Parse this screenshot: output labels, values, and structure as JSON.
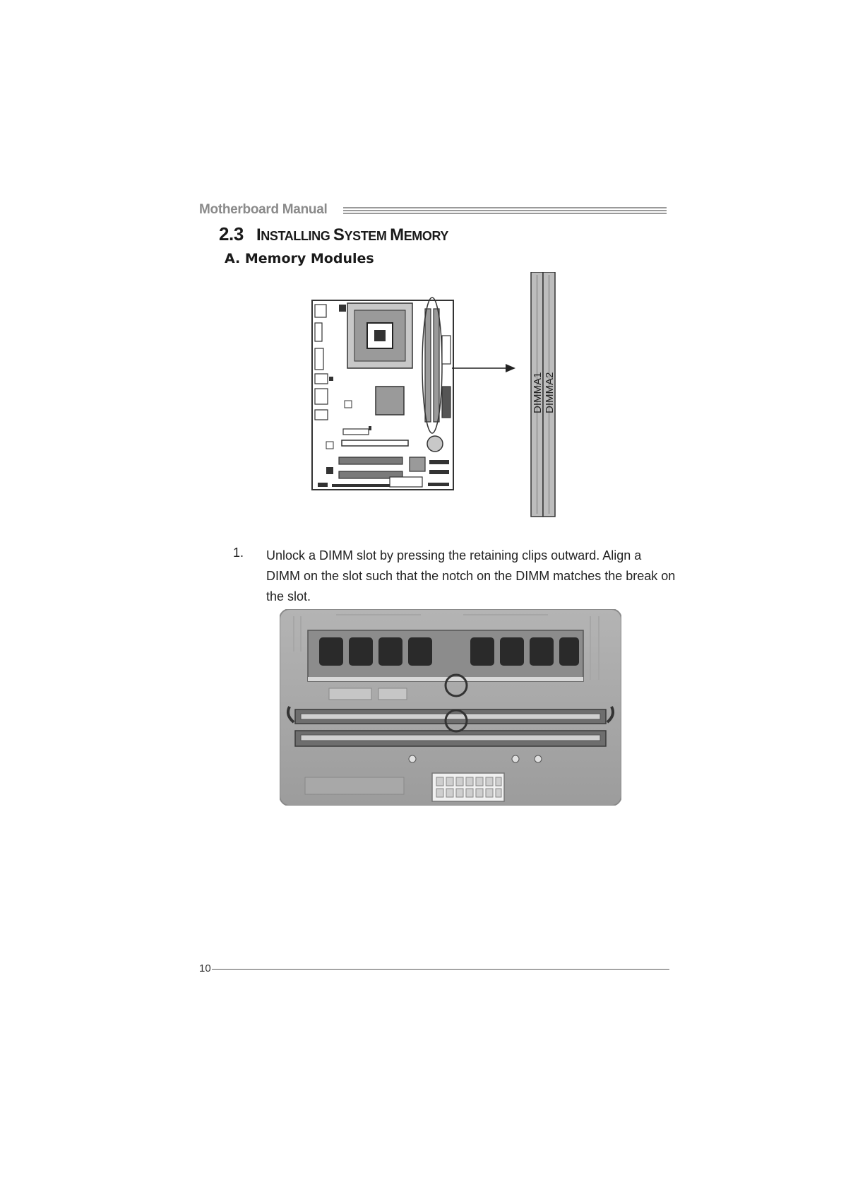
{
  "header": {
    "label": "Motherboard Manual"
  },
  "section": {
    "number": "2.3",
    "title_parts": [
      {
        "cap": "I",
        "rest": "NSTALLING "
      },
      {
        "cap": "S",
        "rest": "YSTEM "
      },
      {
        "cap": "M",
        "rest": "EMORY"
      }
    ]
  },
  "subsection": {
    "title": "A. Memory Modules"
  },
  "diagram": {
    "slot_labels": [
      "DIMMA1",
      "DIMMA2"
    ]
  },
  "steps": [
    {
      "number": "1.",
      "text": "Unlock a DIMM slot by pressing the retaining clips outward. Align a DIMM on the slot such that the notch on the DIMM matches the break on the slot."
    }
  ],
  "footer": {
    "page_number": "10"
  }
}
